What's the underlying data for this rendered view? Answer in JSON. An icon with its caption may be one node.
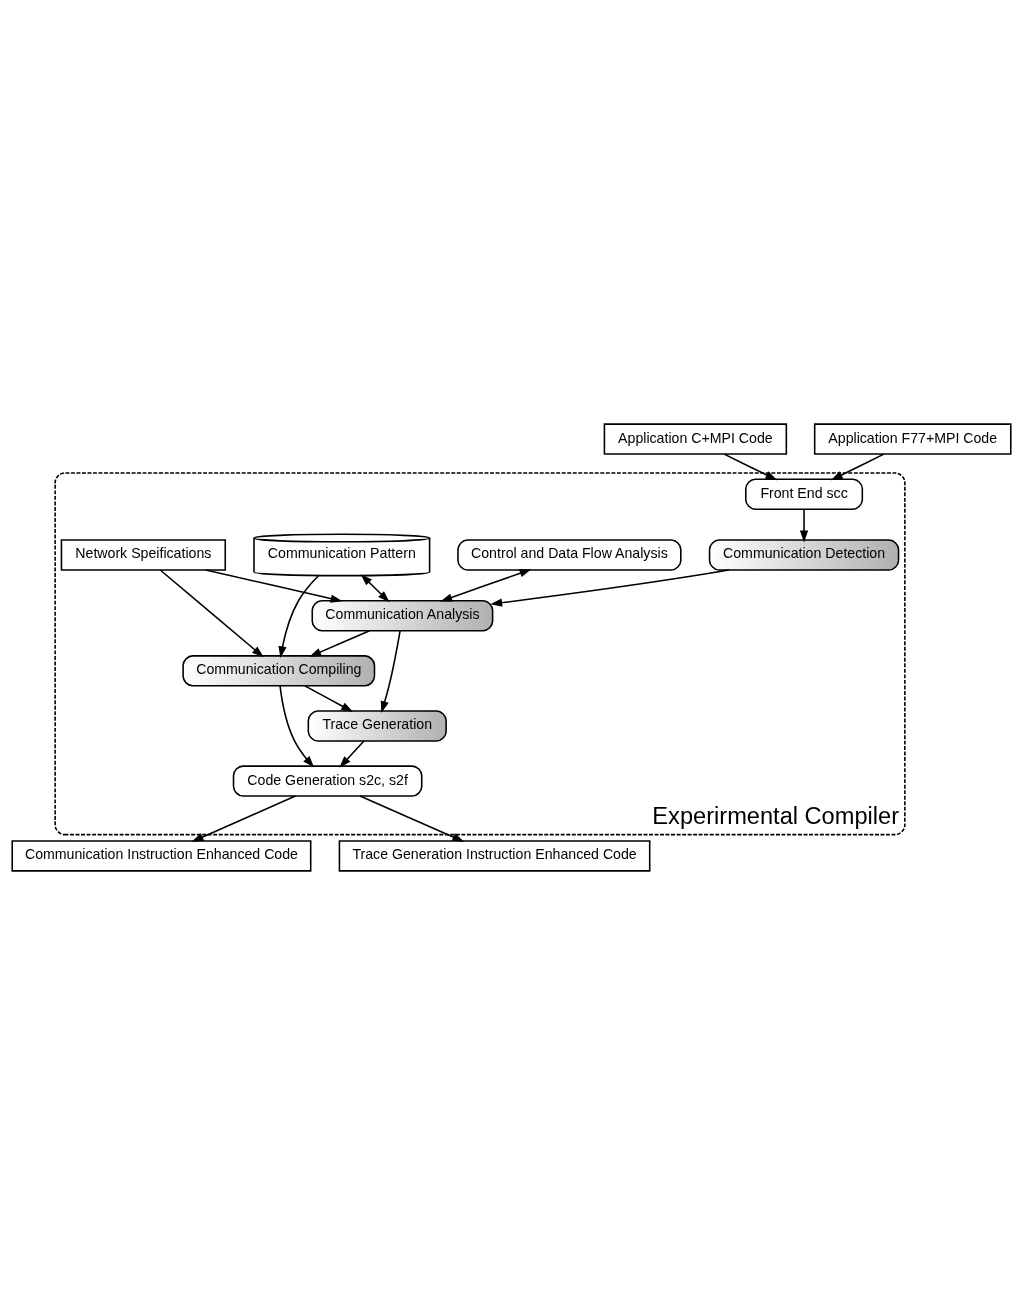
{
  "diagram": {
    "nodes": [
      {
        "text": [
          "Application C+MPI Code"
        ]
      },
      {
        "text": [
          "Application F77+MPI Code"
        ]
      },
      {
        "text": [
          "Experirmental Compiler"
        ]
      },
      {
        "text": [
          "Front End scc"
        ],
        "in": 2
      },
      {
        "text": [
          "Communication Detection"
        ],
        "in": 2
      },
      {
        "text": [
          "Control and Data Flow Analysis"
        ],
        "in": 2
      },
      {
        "text": [
          "Communication Analysis"
        ],
        "in": 2
      },
      {
        "text": [
          "Trace Generation"
        ],
        "in": 2
      },
      {
        "text": [
          "Communication Pattern"
        ],
        "in": 2
      },
      {
        "text": [
          "Communication Compiling"
        ],
        "in": 2
      },
      {
        "text": [
          "Network Speifications"
        ],
        "in": 2
      },
      {
        "text": [
          "Code Generation s2c, s2f"
        ],
        "in": 2
      },
      {
        "text": [
          "Communication Instruction Enhanced Code"
        ]
      },
      {
        "text": [
          "Trace Generation Instruction Enhanced Code"
        ]
      }
    ],
    "edges": [
      {
        "from": 0,
        "to": 3,
        "arrow": "to"
      },
      {
        "from": 1,
        "to": 3,
        "arrow": "to"
      },
      {
        "from": 3,
        "to": 4,
        "arrow": "to"
      },
      {
        "from": 4,
        "to": 6,
        "arrow": "to"
      },
      {
        "from": 5,
        "to": 6,
        "arrow": "both"
      },
      {
        "from": 8,
        "to": 6,
        "arrow": "both"
      },
      {
        "from": 6,
        "to": 7,
        "arrow": "to"
      },
      {
        "from": 6,
        "to": 9,
        "arrow": "to"
      },
      {
        "from": 8,
        "to": 9,
        "arrow": "to"
      },
      {
        "from": 10,
        "to": 6,
        "arrow": "to"
      },
      {
        "from": 10,
        "to": 9,
        "arrow": "to"
      },
      {
        "from": 9,
        "to": 7,
        "arrow": "to"
      },
      {
        "from": 7,
        "to": 11,
        "arrow": "to"
      },
      {
        "from": 9,
        "to": 11,
        "arrow": "to"
      },
      {
        "from": 11,
        "to": 12,
        "arrow": "to"
      },
      {
        "from": 11,
        "to": 13,
        "arrow": "to"
      }
    ]
  }
}
